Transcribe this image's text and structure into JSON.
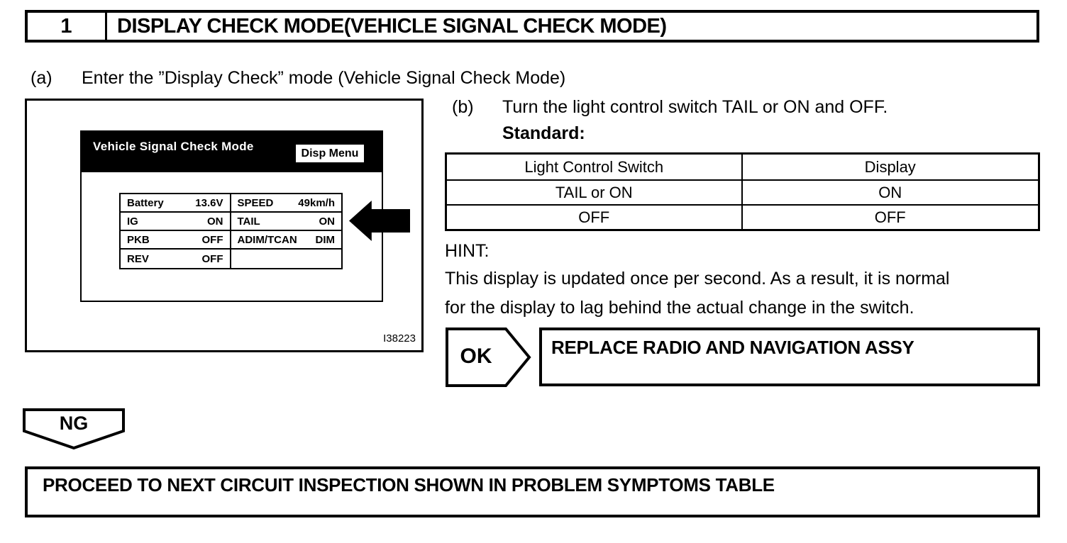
{
  "colors": {
    "ink": "#000000",
    "paper": "#ffffff",
    "screen_header_bg": "#000000"
  },
  "step_header": {
    "number": "1",
    "title": "DISPLAY CHECK MODE(VEHICLE SIGNAL CHECK MODE)"
  },
  "step_a": {
    "label": "(a)",
    "text": "Enter the ”Display Check” mode (Vehicle Signal Check Mode)"
  },
  "figure": {
    "id": "I38223",
    "screen": {
      "title": "Vehicle Signal Check Mode",
      "button": "Disp Menu",
      "rows": [
        {
          "l_label": "Battery",
          "l_value": "13.6V",
          "r_label": "SPEED",
          "r_value": "49km/h"
        },
        {
          "l_label": "IG",
          "l_value": "ON",
          "r_label": "TAIL",
          "r_value": "ON"
        },
        {
          "l_label": "PKB",
          "l_value": "OFF",
          "r_label": "ADIM/TCAN",
          "r_value": "DIM"
        },
        {
          "l_label": "REV",
          "l_value": "OFF",
          "r_label": "",
          "r_value": ""
        }
      ]
    }
  },
  "step_b": {
    "label": "(b)",
    "text": "Turn the light control switch TAIL or ON and OFF.",
    "standard_label": "Standard:"
  },
  "standard_table": {
    "headers": [
      "Light Control Switch",
      "Display"
    ],
    "rows": [
      [
        "TAIL or ON",
        "ON"
      ],
      [
        "OFF",
        "OFF"
      ]
    ]
  },
  "hint": {
    "label": "HINT:",
    "lines": [
      "This display is updated once per second. As a result, it is normal",
      "for the display to lag behind the actual change in the switch."
    ]
  },
  "ok_result": {
    "badge": "OK",
    "action": "REPLACE RADIO AND NAVIGATION ASSY"
  },
  "ng_result": {
    "badge": "NG",
    "action": "PROCEED TO NEXT CIRCUIT INSPECTION SHOWN IN PROBLEM SYMPTOMS TABLE"
  }
}
